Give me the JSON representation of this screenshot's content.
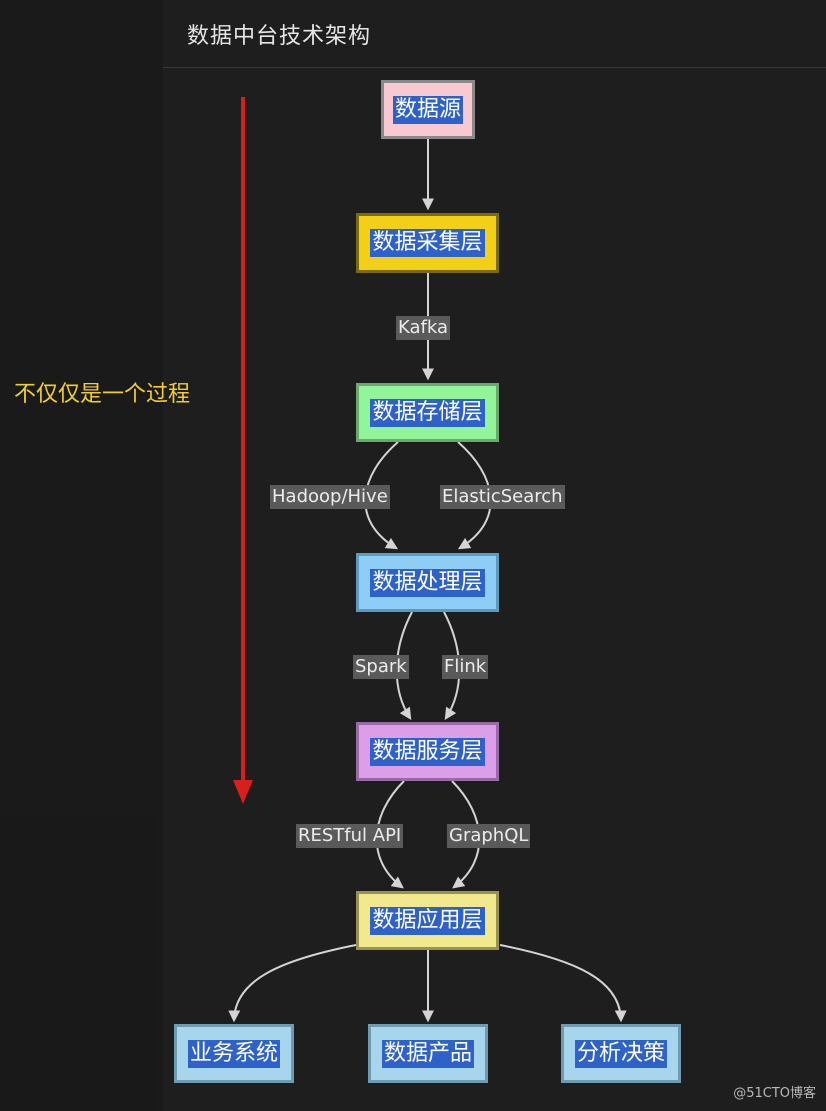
{
  "header": {
    "title": "数据中台技术架构"
  },
  "annotation": {
    "text": "不仅仅是一个过程"
  },
  "nodes": {
    "source": "数据源",
    "collect": "数据采集层",
    "storage": "数据存储层",
    "process": "数据处理层",
    "service": "数据服务层",
    "application": "数据应用层",
    "business": "业务系统",
    "product": "数据产品",
    "analysis": "分析决策"
  },
  "edges": {
    "kafka": "Kafka",
    "hadoop": "Hadoop/Hive",
    "elastic": "ElasticSearch",
    "spark": "Spark",
    "flink": "Flink",
    "restful": "RESTful API",
    "graphql": "GraphQL"
  },
  "colors": {
    "source": "#f8c9d0",
    "collect": "#f4cf18",
    "storage": "#93f59a",
    "process": "#8ecdf5",
    "service": "#dc9de9",
    "application": "#f2e88e",
    "leaf": "#a7d6ec",
    "arrow": "#d4d4d4",
    "red_arrow": "#d81f1f",
    "label_bg": "#2f62c9"
  },
  "watermark": "@51CTO博客"
}
